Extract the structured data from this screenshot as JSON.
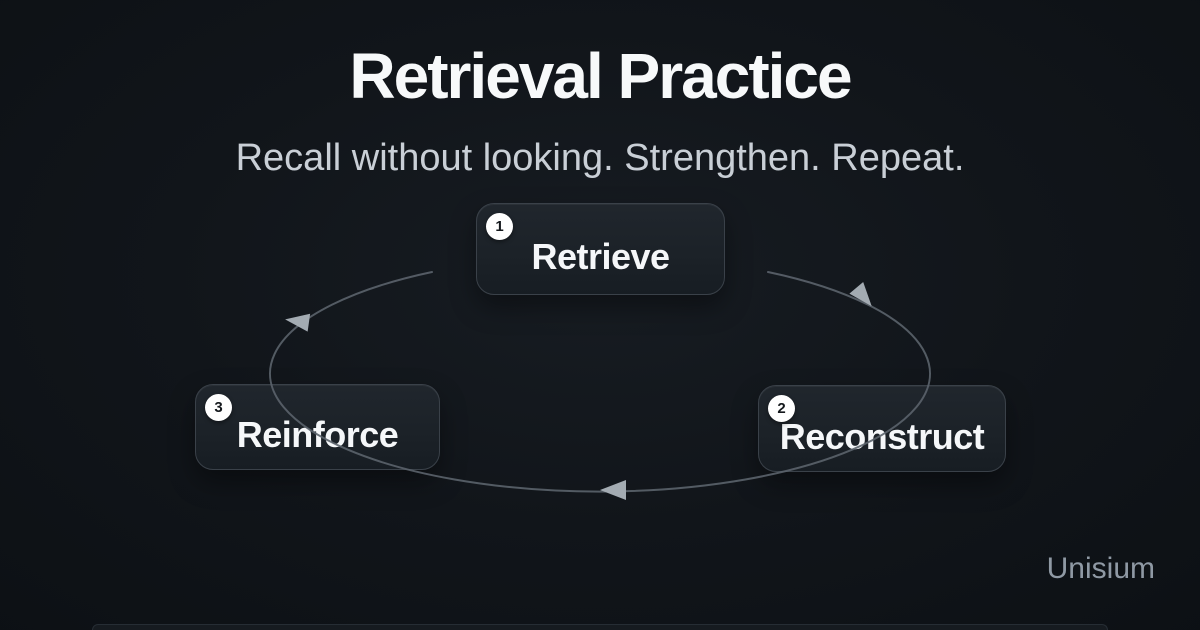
{
  "header": {
    "title": "Retrieval Practice",
    "subtitle": "Recall without looking. Strengthen. Repeat."
  },
  "diagram": {
    "type": "cycle",
    "direction": "clockwise",
    "steps": [
      {
        "number": "1",
        "label": "Retrieve"
      },
      {
        "number": "2",
        "label": "Reconstruct"
      },
      {
        "number": "3",
        "label": "Reinforce"
      }
    ],
    "arrows": [
      "retrieve-to-reconstruct",
      "reconstruct-to-reinforce",
      "reinforce-to-retrieve"
    ]
  },
  "footer": {
    "brand": "Unisium"
  },
  "colors": {
    "background": "#0c1014",
    "background_center": "#171c22",
    "box_fill": "#1c2228",
    "box_border": "#3a4149",
    "title": "#f7f9fa",
    "subtitle": "#c9cfd6",
    "brand": "#8f99a4",
    "cycle_line": "#5b636b",
    "arrow": "#a3abb2",
    "badge_bg": "#ffffff",
    "badge_text": "#14181c"
  }
}
